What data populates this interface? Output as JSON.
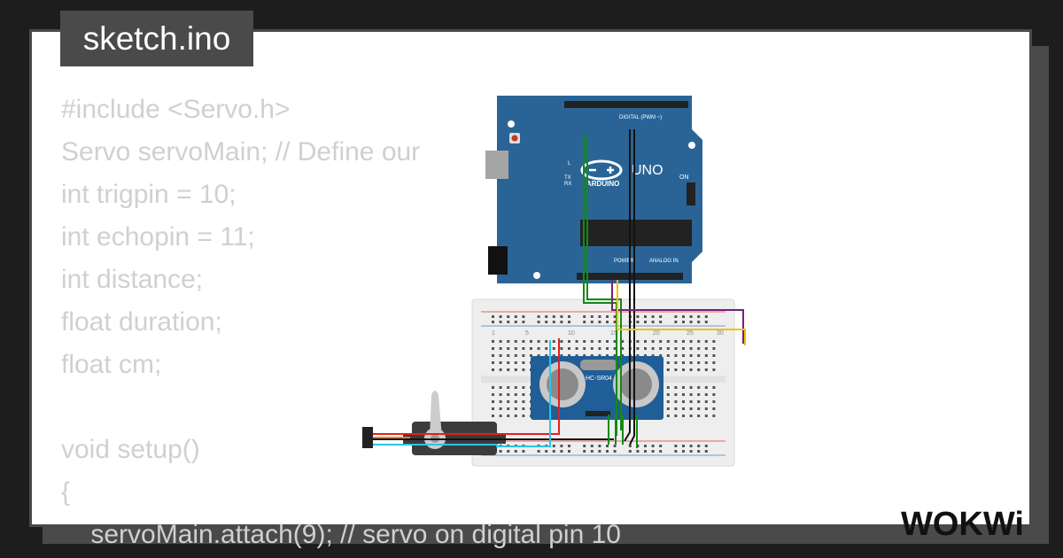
{
  "tab": {
    "title": "sketch.ino"
  },
  "code": {
    "lines": [
      "#include <Servo.h>",
      "Servo servoMain; // Define our",
      "int trigpin = 10;",
      "int echopin = 11;",
      "int distance;",
      "float duration;",
      "float cm;",
      "",
      "void setup()",
      "{",
      "    servoMain.attach(9); // servo on digital pin 10"
    ]
  },
  "arduino": {
    "brand": "ARDUINO",
    "model": "UNO",
    "header_digital": "DIGITAL (PWM ~)",
    "header_power": "POWER",
    "header_analog": "ANALOG IN",
    "label_on": "ON",
    "label_l": "L",
    "label_tx": "TX",
    "label_rx": "RX"
  },
  "sensor": {
    "label": "HC-SR04"
  },
  "breadboard": {
    "col_marks": [
      "1",
      "5",
      "10",
      "15",
      "20",
      "25",
      "30"
    ]
  },
  "logo": {
    "text": "WOKWi"
  },
  "colors": {
    "background": "#1d1d1d",
    "frame": "#4a4a4a",
    "code_text": "#d0d0d0",
    "arduino_board": "#2a6496",
    "breadboard": "#eeeeee",
    "sensor_board": "#1f5e96",
    "servo_body": "#3c3c3c",
    "wire_green": "#148a14",
    "wire_black": "#111111",
    "wire_purple": "#7a1f7a",
    "wire_yellow": "#f2c200",
    "wire_red": "#e02020",
    "wire_cyan": "#2ac4e8",
    "wire_orange": "#f08020"
  }
}
